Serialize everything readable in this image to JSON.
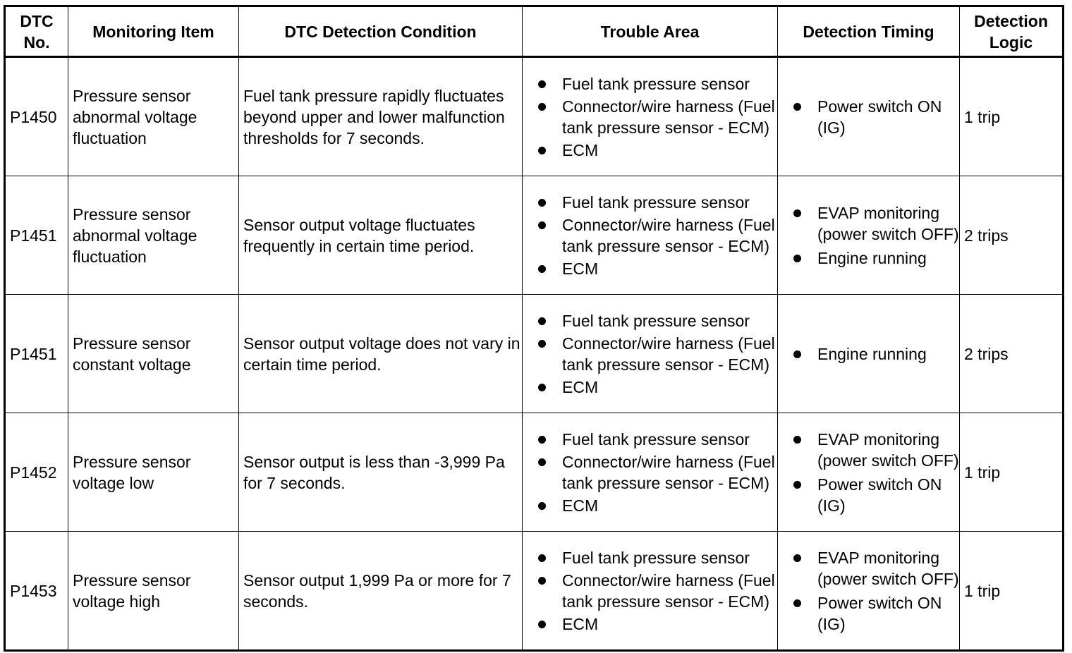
{
  "headers": {
    "dtc_no": "DTC No.",
    "monitoring_item": "Monitoring Item",
    "detection_condition": "DTC Detection Condition",
    "trouble_area": "Trouble Area",
    "detection_timing": "Detection Timing",
    "detection_logic": "Detection Logic"
  },
  "rows": [
    {
      "code": "P1450",
      "item": "Pressure sensor abnormal voltage fluctuation",
      "condition": "Fuel tank pressure rapidly fluctuates beyond upper and lower malfunction thresholds for 7 seconds.",
      "area": [
        "Fuel tank pressure sensor",
        "Connector/wire harness (Fuel tank pressure sensor - ECM)",
        "ECM"
      ],
      "timing": [
        "Power switch ON (IG)"
      ],
      "logic": "1 trip"
    },
    {
      "code": "P1451",
      "item": "Pressure sensor abnormal voltage fluctuation",
      "condition": "Sensor output voltage fluctuates frequently in certain time period.",
      "area": [
        "Fuel tank pressure sensor",
        "Connector/wire harness (Fuel tank pressure sensor - ECM)",
        "ECM"
      ],
      "timing": [
        "EVAP monitoring (power switch OFF)",
        "Engine running"
      ],
      "logic": "2 trips"
    },
    {
      "code": "P1451",
      "item": "Pressure sensor constant voltage",
      "condition": "Sensor output voltage does not vary in certain time period.",
      "area": [
        "Fuel tank pressure sensor",
        "Connector/wire harness (Fuel tank pressure sensor - ECM)",
        "ECM"
      ],
      "timing": [
        "Engine running"
      ],
      "logic": "2 trips"
    },
    {
      "code": "P1452",
      "item": "Pressure sensor voltage low",
      "condition": "Sensor output is less than -3,999 Pa for 7 seconds.",
      "area": [
        "Fuel tank pressure sensor",
        "Connector/wire harness (Fuel tank pressure sensor - ECM)",
        "ECM"
      ],
      "timing": [
        "EVAP monitoring (power switch OFF)",
        "Power switch ON (IG)"
      ],
      "logic": "1 trip"
    },
    {
      "code": "P1453",
      "item": "Pressure sensor voltage high",
      "condition": "Sensor output 1,999 Pa or more for 7 seconds.",
      "area": [
        "Fuel tank pressure sensor",
        "Connector/wire harness (Fuel tank pressure sensor - ECM)",
        "ECM"
      ],
      "timing": [
        "EVAP monitoring (power switch OFF)",
        "Power switch ON (IG)"
      ],
      "logic": "1 trip"
    }
  ]
}
